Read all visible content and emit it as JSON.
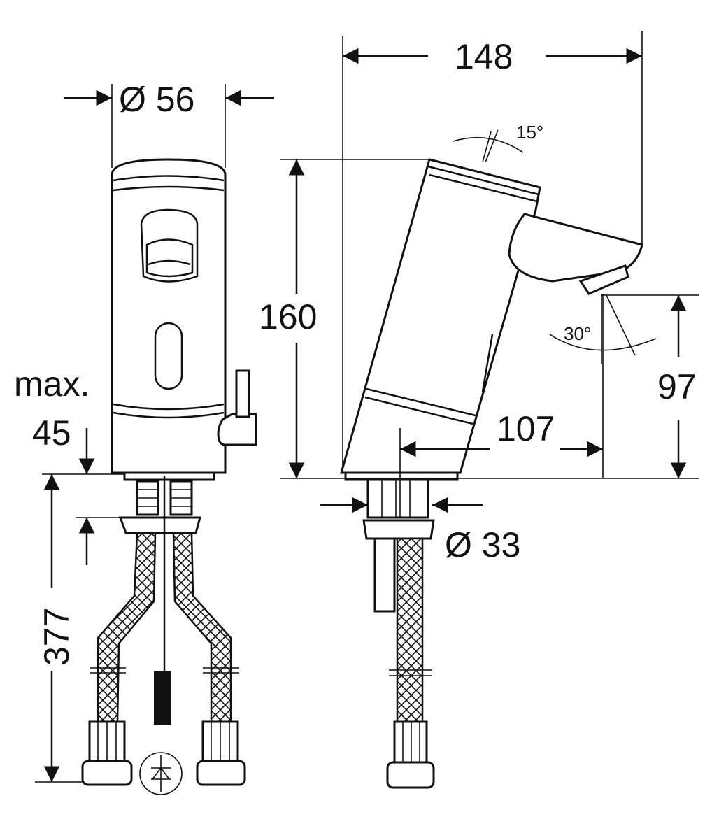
{
  "dimensions": {
    "width_diameter": "Ø 56",
    "depth": "148",
    "height": "160",
    "spout_angle": "15°",
    "sensor_angle": "30°",
    "outlet_height": "97",
    "reach": "107",
    "max_label": "max.",
    "max_value": "45",
    "hose_length": "377",
    "shank_diameter": "Ø 33"
  },
  "colors": {
    "line": "#111111",
    "background": "#ffffff",
    "battery": "#111111"
  },
  "icons": [
    "diode-symbol-icon"
  ]
}
